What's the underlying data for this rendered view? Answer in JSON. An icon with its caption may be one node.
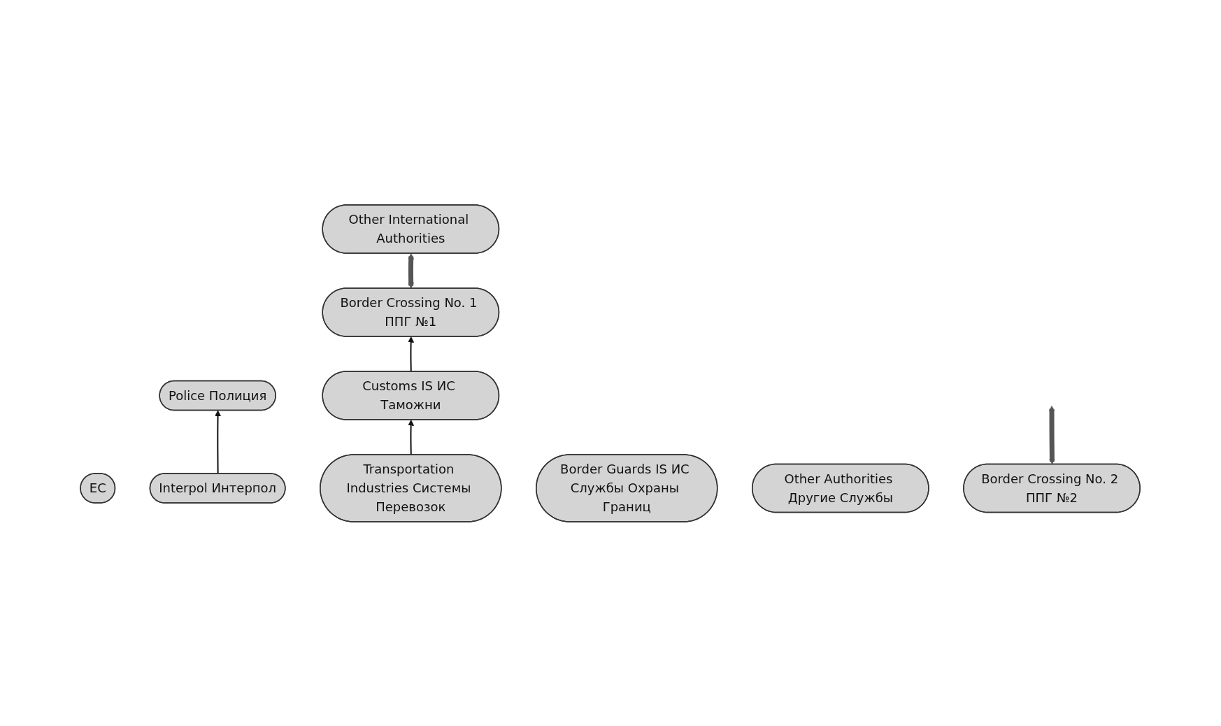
{
  "diagram": {
    "nodes": [
      {
        "text": [
          "EC"
        ]
      },
      {
        "text": [
          "Interpol Интерпол"
        ]
      },
      {
        "text": [
          "Police Полиция"
        ]
      },
      {
        "text": [
          "Other International Authorities"
        ]
      },
      {
        "text": [
          "Transportation Industries Системы Перевозок"
        ]
      },
      {
        "text": [
          "Border Guards IS ИС Службы Охраны Границ"
        ]
      },
      {
        "text": [
          "Customs IS ИС Таможни"
        ]
      },
      {
        "text": [
          "Other Authorities Другие Службы"
        ]
      },
      {
        "text": [
          "Border Crossing No. 1 ППГ №1"
        ]
      },
      {
        "text": [
          "Border Crossing No. 2 ППГ №2"
        ]
      }
    ],
    "edges": [
      {
        "from": 1,
        "to": 2,
        "arrow": "to"
      },
      {
        "from": 4,
        "to": 6,
        "arrow": "to"
      },
      {
        "from": 6,
        "to": 8,
        "arrow": "to"
      },
      {
        "from": 8,
        "to": 3,
        "arrow": "both",
        "style": "thick"
      },
      {
        "from": 9,
        "to": null,
        "arrow": "both",
        "style": "thick"
      }
    ]
  }
}
